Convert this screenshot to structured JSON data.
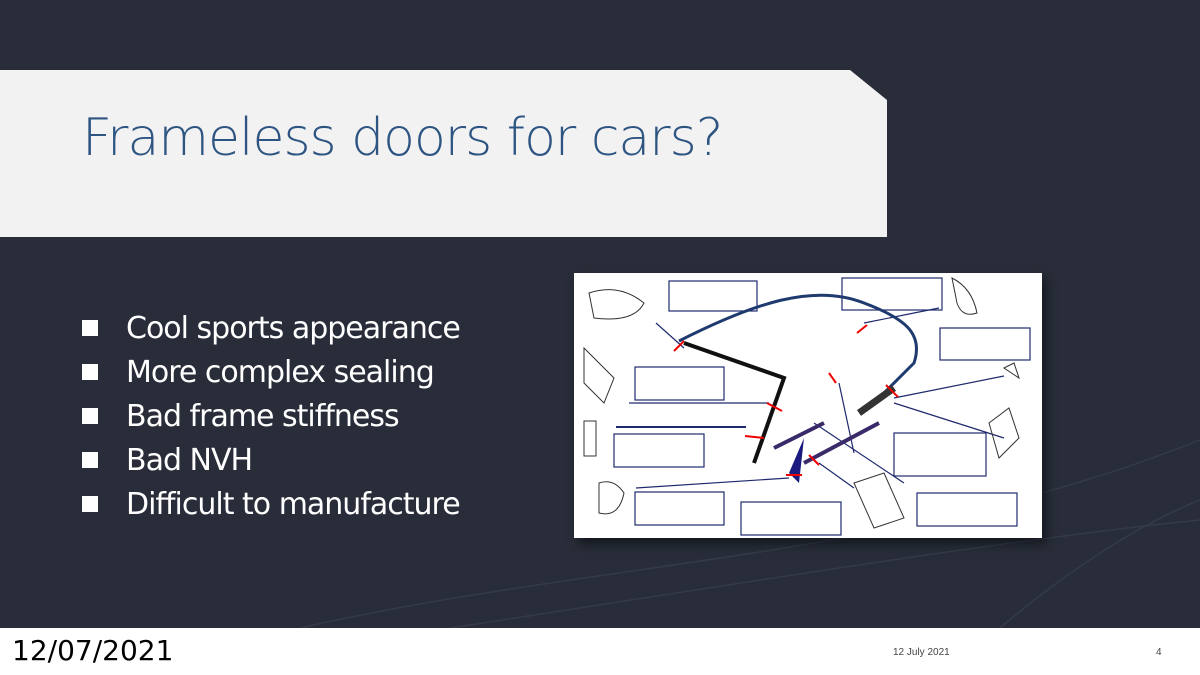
{
  "slide": {
    "title": "Frameless doors for cars?",
    "bullets": [
      "Cool sports appearance",
      "More complex sealing",
      "Bad frame stiffness",
      "Bad NVH",
      "Difficult to manufacture"
    ]
  },
  "footer": {
    "date": "12/07/2021",
    "center": "12 July 2021",
    "page": "4"
  },
  "colors": {
    "background": "#282d39",
    "title": "#2e5582",
    "title_box": "#f2f2f2"
  }
}
